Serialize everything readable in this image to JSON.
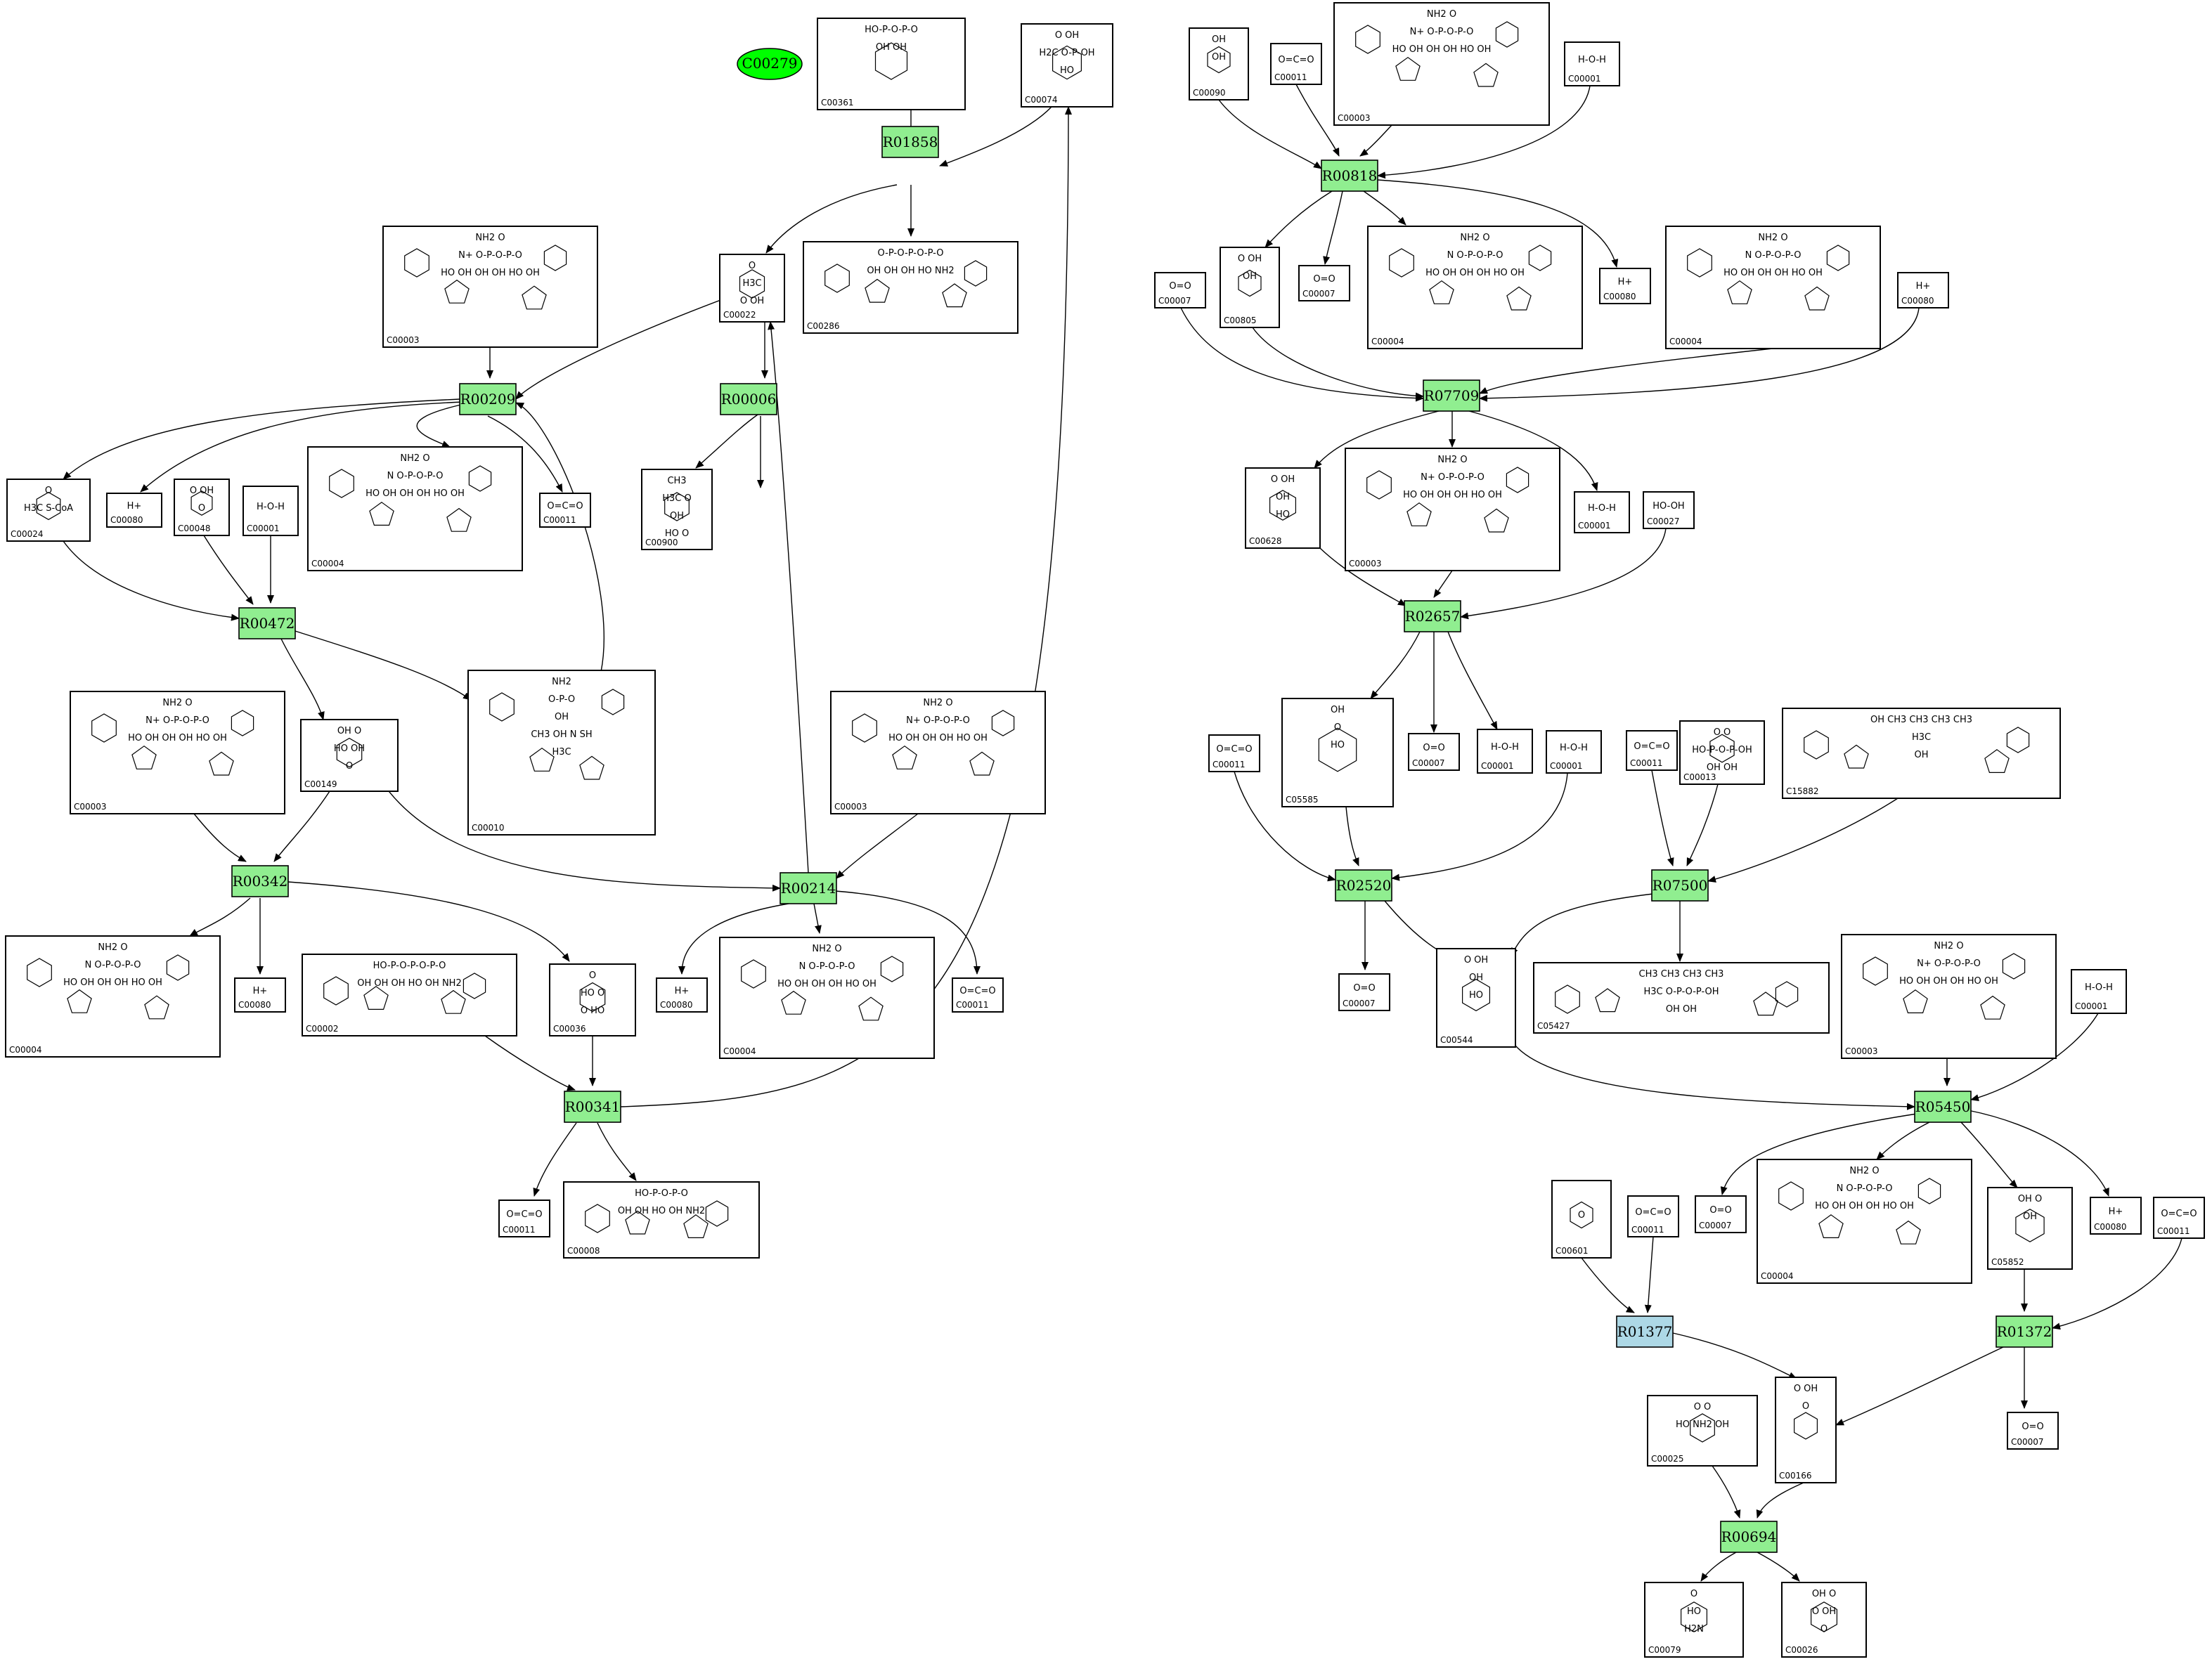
{
  "colors": {
    "reaction_fill": "#90ee90",
    "reaction_alt_fill": "#add8e6",
    "start_fill": "#00ff00",
    "border": "#000000",
    "background": "#ffffff"
  },
  "start_node": "C00279",
  "reactions": [
    {
      "id": "R01858",
      "fill": "#90ee90"
    },
    {
      "id": "R00209",
      "fill": "#90ee90"
    },
    {
      "id": "R00006",
      "fill": "#90ee90"
    },
    {
      "id": "R00472",
      "fill": "#90ee90"
    },
    {
      "id": "R00342",
      "fill": "#90ee90"
    },
    {
      "id": "R00214",
      "fill": "#90ee90"
    },
    {
      "id": "R00341",
      "fill": "#90ee90"
    },
    {
      "id": "R00818",
      "fill": "#90ee90"
    },
    {
      "id": "R07709",
      "fill": "#90ee90"
    },
    {
      "id": "R02657",
      "fill": "#90ee90"
    },
    {
      "id": "R02520",
      "fill": "#90ee90"
    },
    {
      "id": "R07500",
      "fill": "#90ee90"
    },
    {
      "id": "R05450",
      "fill": "#90ee90"
    },
    {
      "id": "R01377",
      "fill": "#add8e6"
    },
    {
      "id": "R01372",
      "fill": "#90ee90"
    },
    {
      "id": "R00694",
      "fill": "#90ee90"
    }
  ],
  "compounds": [
    {
      "id": "C00361",
      "structure": "dGDP",
      "lines": [
        "HO-P-O-P-O",
        "OH  OH"
      ]
    },
    {
      "id": "C00074",
      "structure": "PEP",
      "lines": [
        "O  OH",
        "H2C  O-P-OH",
        "HO"
      ]
    },
    {
      "id": "C00286",
      "structure": "dGTP",
      "lines": [
        "O-P-O-P-O-P-O",
        "OH OH OH  HO  NH2"
      ]
    },
    {
      "id": "C00022",
      "structure": "pyruvate",
      "lines": [
        "O",
        "H3C",
        "O  OH"
      ]
    },
    {
      "id": "C00003",
      "structure": "NAD+",
      "lines": [
        "NH2  O",
        "N+  O-P-O-P-O",
        "HO OH  OH OH  HO OH"
      ]
    },
    {
      "id": "C00024",
      "structure": "acetyl-CoA",
      "lines": [
        "O",
        "H3C   S-CoA"
      ]
    },
    {
      "id": "C00080",
      "structure": "H+",
      "lines": [
        "H+"
      ]
    },
    {
      "id": "C00048",
      "structure": "glyoxylate",
      "lines": [
        "O  OH",
        "O"
      ]
    },
    {
      "id": "C00001",
      "structure": "H2O",
      "lines": [
        "H-O-H"
      ]
    },
    {
      "id": "C00004",
      "structure": "NADH",
      "lines": [
        "NH2  O",
        "N  O-P-O-P-O",
        "HO OH  OH OH  HO OH"
      ]
    },
    {
      "id": "C00011",
      "structure": "CO2",
      "lines": [
        "O=C=O"
      ]
    },
    {
      "id": "C00900",
      "structure": "2-acetolactate",
      "lines": [
        "CH3",
        "H3C  O",
        "OH",
        "HO  O"
      ]
    },
    {
      "id": "C00149",
      "structure": "malate",
      "lines": [
        "OH  O",
        "HO   OH",
        "O"
      ]
    },
    {
      "id": "C00010",
      "structure": "CoA",
      "lines": [
        "NH2",
        "O-P-O",
        "OH",
        "CH3 OH  N  SH",
        "H3C"
      ]
    },
    {
      "id": "C00002",
      "structure": "ATP",
      "lines": [
        "HO-P-O-P-O-P-O",
        "OH OH OH  HO OH  NH2"
      ]
    },
    {
      "id": "C00036",
      "structure": "oxaloacetate",
      "lines": [
        "O",
        "HO   O",
        "O  HO"
      ]
    },
    {
      "id": "C00008",
      "structure": "ADP",
      "lines": [
        "HO-P-O-P-O",
        "OH OH  HO OH  NH2"
      ]
    },
    {
      "id": "C00090",
      "structure": "catechol",
      "lines": [
        "OH",
        "OH"
      ]
    },
    {
      "id": "C00805",
      "structure": "salicylate",
      "lines": [
        "O  OH",
        "OH"
      ]
    },
    {
      "id": "C00007",
      "structure": "O2",
      "lines": [
        "O=O"
      ]
    },
    {
      "id": "C00628",
      "structure": "gentisate",
      "lines": [
        "O  OH",
        "OH",
        "HO"
      ]
    },
    {
      "id": "C00027",
      "structure": "H2O2",
      "lines": [
        "HO-OH"
      ]
    },
    {
      "id": "C05585",
      "structure": "gentisate aldehyde",
      "lines": [
        "OH",
        "O",
        "HO"
      ]
    },
    {
      "id": "C00013",
      "structure": "diphosphate",
      "lines": [
        "O  O",
        "HO-P-O-P-OH",
        "OH  OH"
      ]
    },
    {
      "id": "C15882",
      "structure": "methylquinol",
      "lines": [
        "OH   CH3   CH3   CH3  CH3",
        "H3C",
        "OH"
      ]
    },
    {
      "id": "C00544",
      "structure": "homogentisate",
      "lines": [
        "O  OH",
        "OH",
        "HO"
      ]
    },
    {
      "id": "C05427",
      "structure": "phytyl diphosphate",
      "lines": [
        "CH3  CH3  CH3  CH3",
        "H3C       O-P-O-P-OH",
        "OH  OH"
      ]
    },
    {
      "id": "C05852",
      "structure": "2-hydroxyphenylacetate",
      "lines": [
        "OH  O",
        "OH"
      ]
    },
    {
      "id": "C00601",
      "structure": "phenylacetaldehyde",
      "lines": [
        "O"
      ]
    },
    {
      "id": "C00166",
      "structure": "phenylpyruvate",
      "lines": [
        "O  OH",
        "O"
      ]
    },
    {
      "id": "C00025",
      "structure": "glutamate",
      "lines": [
        "O    O",
        "HO  NH2  OH"
      ]
    },
    {
      "id": "C00079",
      "structure": "phenylalanine",
      "lines": [
        "O",
        "HO",
        "H2N"
      ]
    },
    {
      "id": "C00026",
      "structure": "2-oxoglutarate",
      "lines": [
        "OH  O",
        "O  OH",
        "O"
      ]
    }
  ]
}
